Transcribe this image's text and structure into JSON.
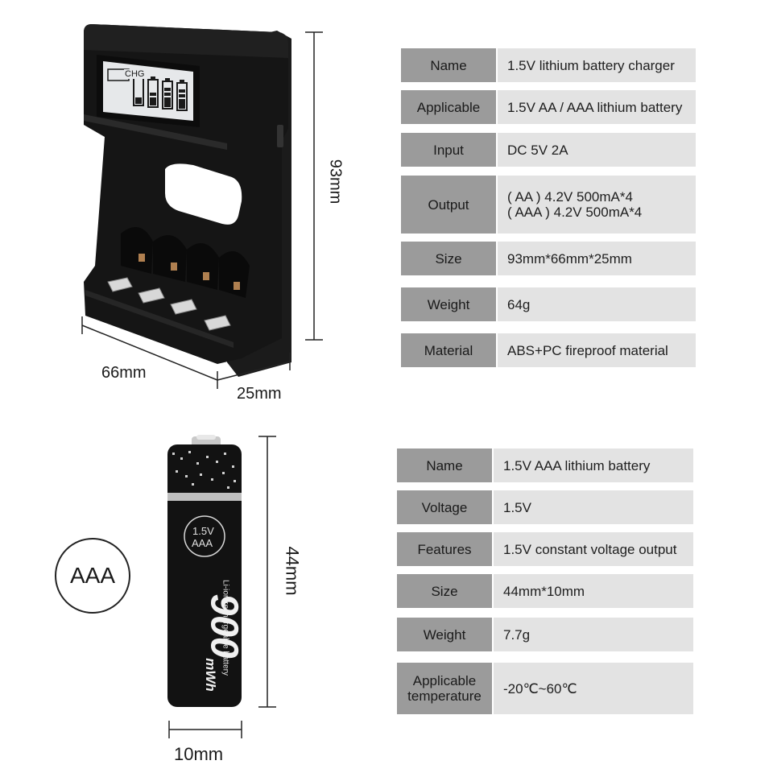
{
  "charger_dims": {
    "height": "93mm",
    "width": "66mm",
    "depth": "25mm"
  },
  "charger_lcd": {
    "indicator": "CHG"
  },
  "charger_specs": [
    {
      "key": "Name",
      "value": "1.5V lithium battery charger"
    },
    {
      "key": "Applicable",
      "value": "1.5V AA / AAA lithium battery"
    },
    {
      "key": "Input",
      "value": "DC 5V 2A"
    },
    {
      "key": "Output",
      "value": "( AA ) 4.2V 500mA*4",
      "value2": "( AAA ) 4.2V 500mA*4"
    },
    {
      "key": "Size",
      "value": "93mm*66mm*25mm"
    },
    {
      "key": "Weight",
      "value": "64g"
    },
    {
      "key": "Material",
      "value": "ABS+PC fireproof material"
    }
  ],
  "battery_dims": {
    "height": "44mm",
    "width": "10mm"
  },
  "battery_label": {
    "voltage": "1.5V",
    "type": "AAA",
    "capacity": "900",
    "unit": "mWh",
    "subtitle": "Li-ion rechargeable battery"
  },
  "aaa_badge": "AAA",
  "battery_specs": [
    {
      "key": "Name",
      "value": "1.5V AAA lithium battery"
    },
    {
      "key": "Voltage",
      "value": "1.5V"
    },
    {
      "key": "Features",
      "value": "1.5V constant voltage output"
    },
    {
      "key": "Size",
      "value": "44mm*10mm"
    },
    {
      "key": "Weight",
      "value": "7.7g"
    },
    {
      "key": "Applicable temperature",
      "value": "-20℃~60℃"
    }
  ],
  "colors": {
    "key_bg": "#9b9b9b",
    "value_bg": "#e3e3e3",
    "device": "#151515"
  }
}
